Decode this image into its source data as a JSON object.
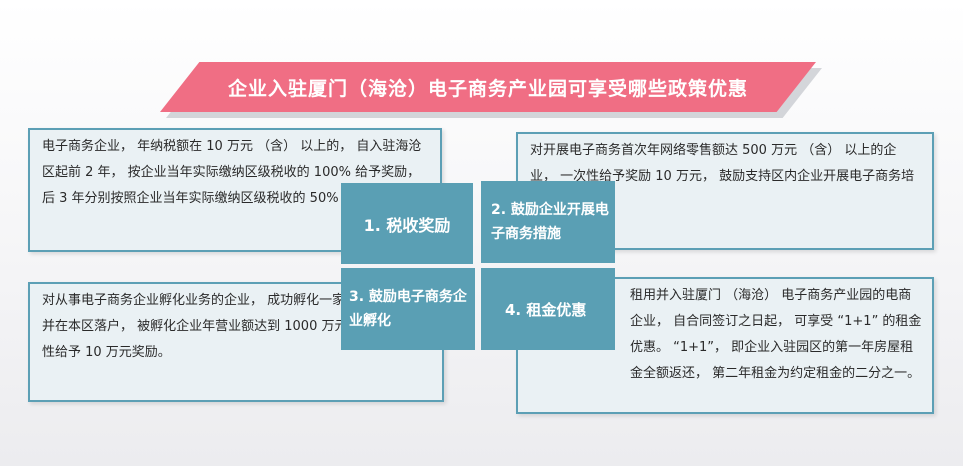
{
  "banner": {
    "title": "企业入驻厦门（海沧）电子商务产业园可享受哪些政策优惠"
  },
  "tiles": {
    "tax": "1. 税收奖励",
    "ecommerce_measures": "2. 鼓励企业开展电子商务措施",
    "incubation": "3. 鼓励电子商务企业孵化",
    "rent": "4. 租金优惠"
  },
  "boxes": {
    "tax_text": "电子商务企业， 年纳税额在 10 万元 （含） 以上的， 自入驻海沧区起前 2 年， 按企业当年实际缴纳区级税收的 100% 给予奖励， 后 3 年分别按照企业当年实际缴纳区级税收的 50% 给予奖励。",
    "ecommerce_text": "对开展电子商务首次年网络零售额达 500 万元 （含） 以上的企业， 一次性给予奖励 10 万元， 鼓励支持区内企业开展电子商务培训工作。",
    "incubation_text": "对从事电子商务企业孵化业务的企业， 成功孵化一家电子商务企业并在本区落户， 被孵化企业年营业额达到 1000 万元以上的， 一次性给予 10 万元奖励。",
    "rent_text": "租用并入驻厦门 （海沧） 电子商务产业园的电商企业， 自合同签订之日起， 可享受 “1+1” 的租金优惠。 “1+1”， 即企业入驻园区的第一年房屋租金全额返还， 第二年租金为约定租金的二分之一。"
  }
}
